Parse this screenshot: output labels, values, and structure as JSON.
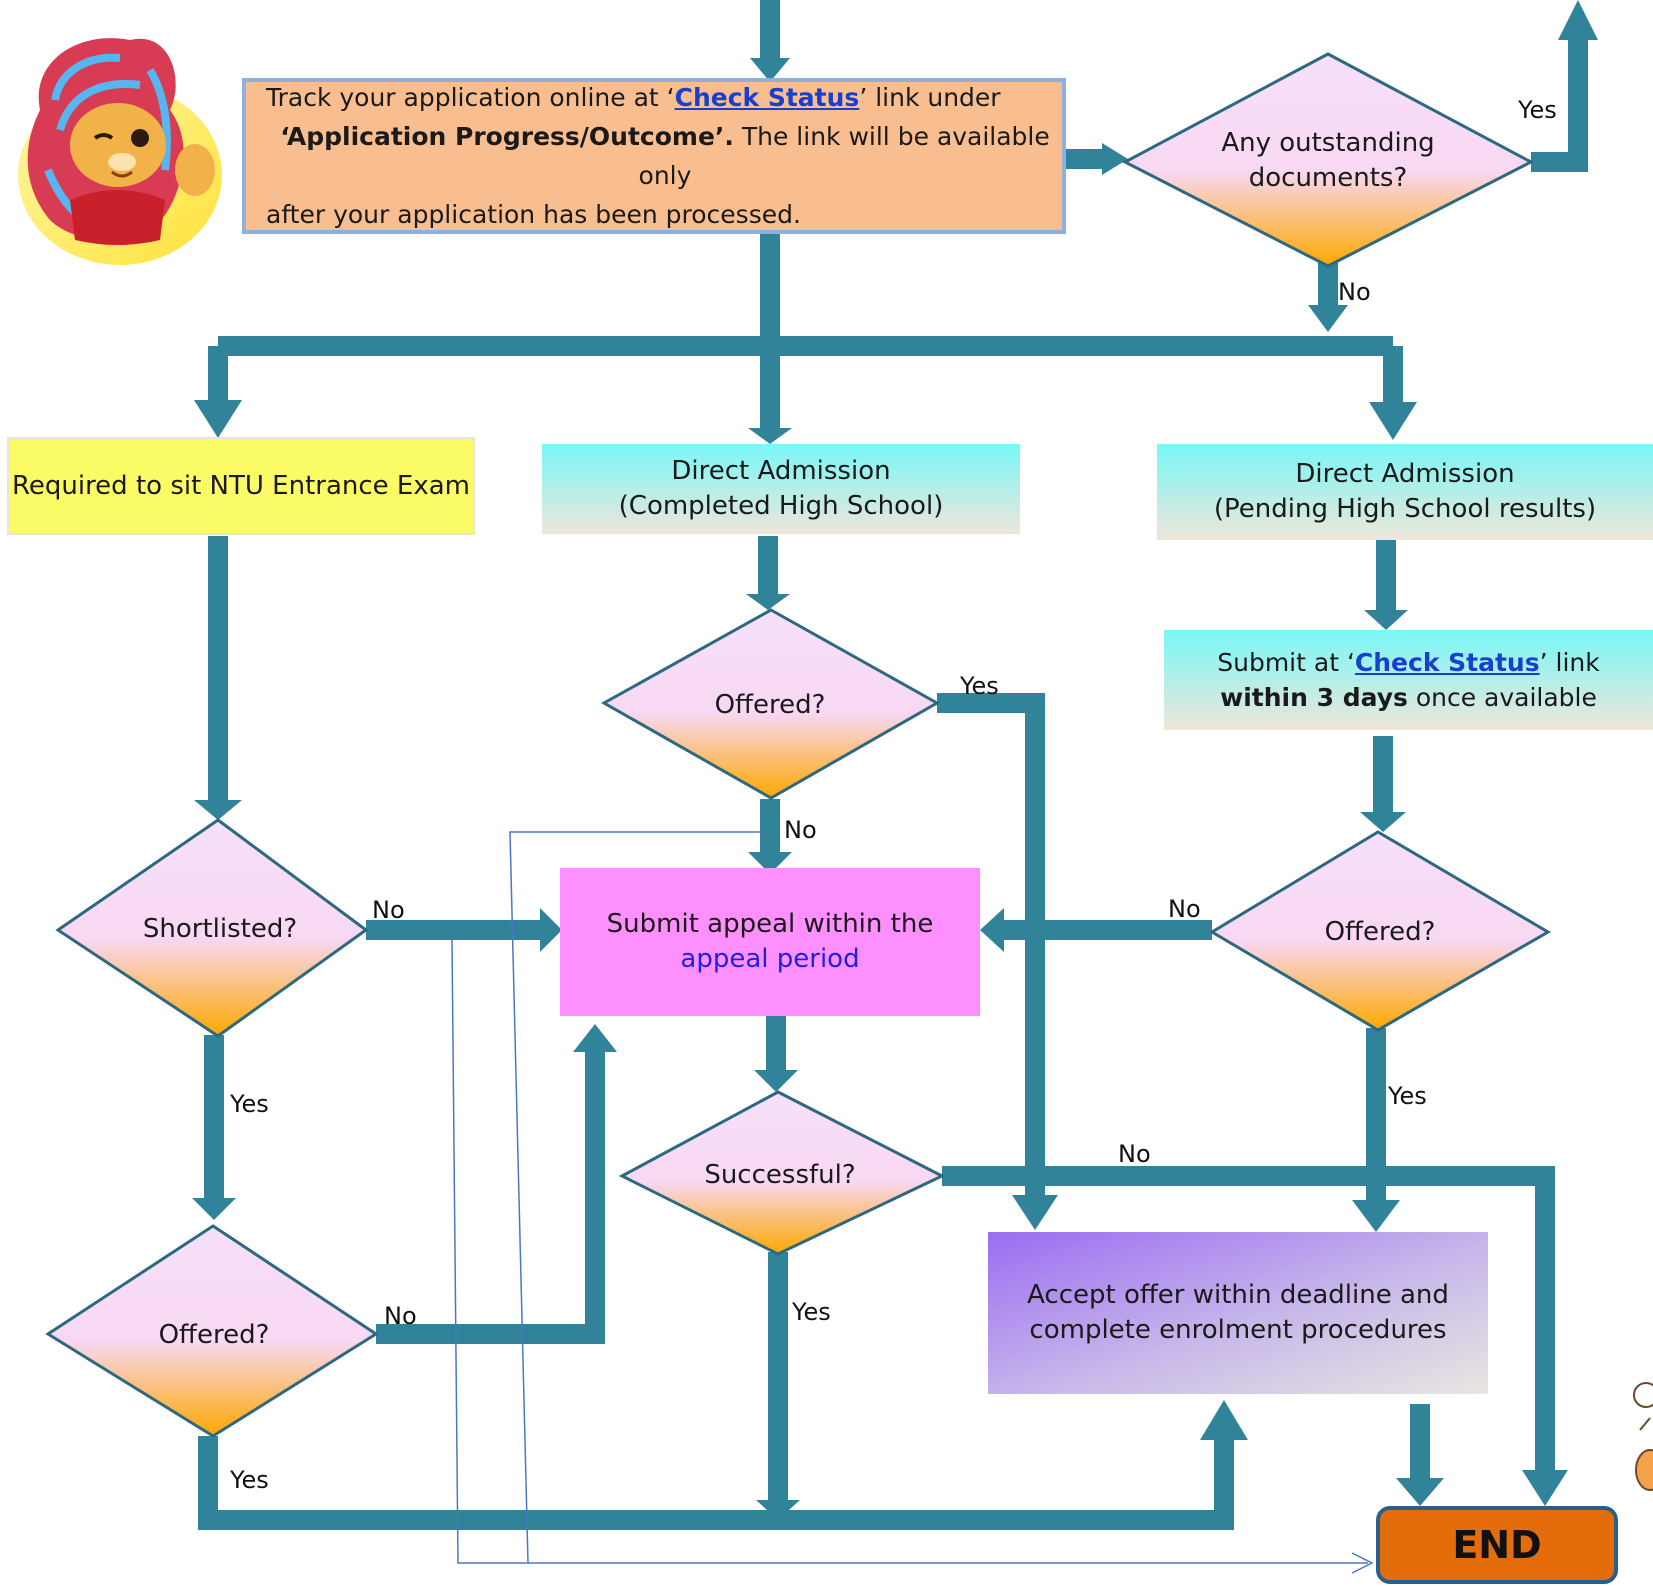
{
  "track_box": {
    "prefix": "Track your application online at ‘",
    "link": "Check Status",
    "mid": "’ link under",
    "bold": "‘Application Progress/Outcome’.",
    "rest": " The link will be available only",
    "line3": "after your application has been processed."
  },
  "outstanding": {
    "line1": "Any outstanding",
    "line2": "documents?"
  },
  "exam_box": {
    "text": "Required to sit NTU Entrance Exam"
  },
  "direct_completed": {
    "line1": "Direct Admission",
    "line2": "(Completed High School)"
  },
  "direct_pending": {
    "line1": "Direct Admission",
    "line2": "(Pending High School results)"
  },
  "submit_box": {
    "prefix": "Submit at ‘",
    "link": "Check Status",
    "suffix": "’ link",
    "bold": "within 3 days",
    "rest": " once available"
  },
  "appeal_box": {
    "line1": "Submit appeal within the",
    "line2": "appeal period"
  },
  "accept_box": {
    "line1": "Accept offer within deadline and",
    "line2": "complete enrolment procedures"
  },
  "end_box": {
    "text": "END"
  },
  "decisions": {
    "shortlisted": "Shortlisted?",
    "offered_left": "Offered?",
    "offered_mid": "Offered?",
    "offered_right": "Offered?",
    "successful": "Successful?"
  },
  "labels": {
    "yes": "Yes",
    "no": "No"
  },
  "colors": {
    "connector": "#31839a",
    "track_box": "#f9be8f",
    "exam_box": "#fbfb66",
    "appeal_box": "#fe8ffe",
    "end_box": "#e46c0a",
    "diamond_top": "#f7e0fb",
    "diamond_bottom": "#fda800"
  }
}
